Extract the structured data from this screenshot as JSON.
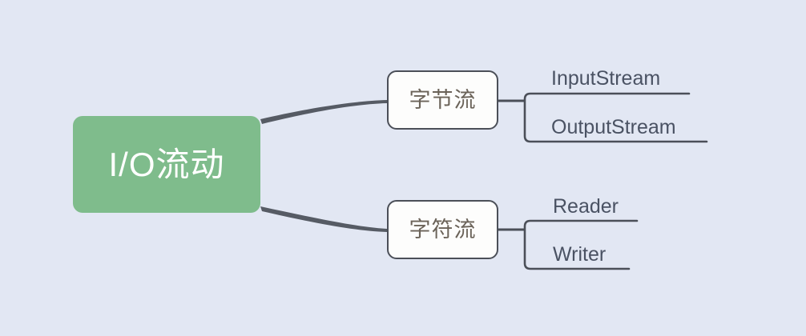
{
  "diagram": {
    "type": "mindmap",
    "background_color": "#e2e7f3",
    "root": {
      "label": "I/O流动",
      "fill_color": "#7fbc8c",
      "text_color": "#ffffff"
    },
    "branches": [
      {
        "label": "字节流",
        "text_color": "#6b6359",
        "border_color": "#4b4f58",
        "fill_color": "#fdfdfc",
        "leaves": [
          {
            "label": "InputStream"
          },
          {
            "label": "OutputStream"
          }
        ]
      },
      {
        "label": "字符流",
        "text_color": "#6b6359",
        "border_color": "#4b4f58",
        "fill_color": "#fdfdfc",
        "leaves": [
          {
            "label": "Reader"
          },
          {
            "label": "Writer"
          }
        ]
      }
    ],
    "connector_color": "#4b4f58",
    "leaf_text_color": "#4a5263"
  }
}
